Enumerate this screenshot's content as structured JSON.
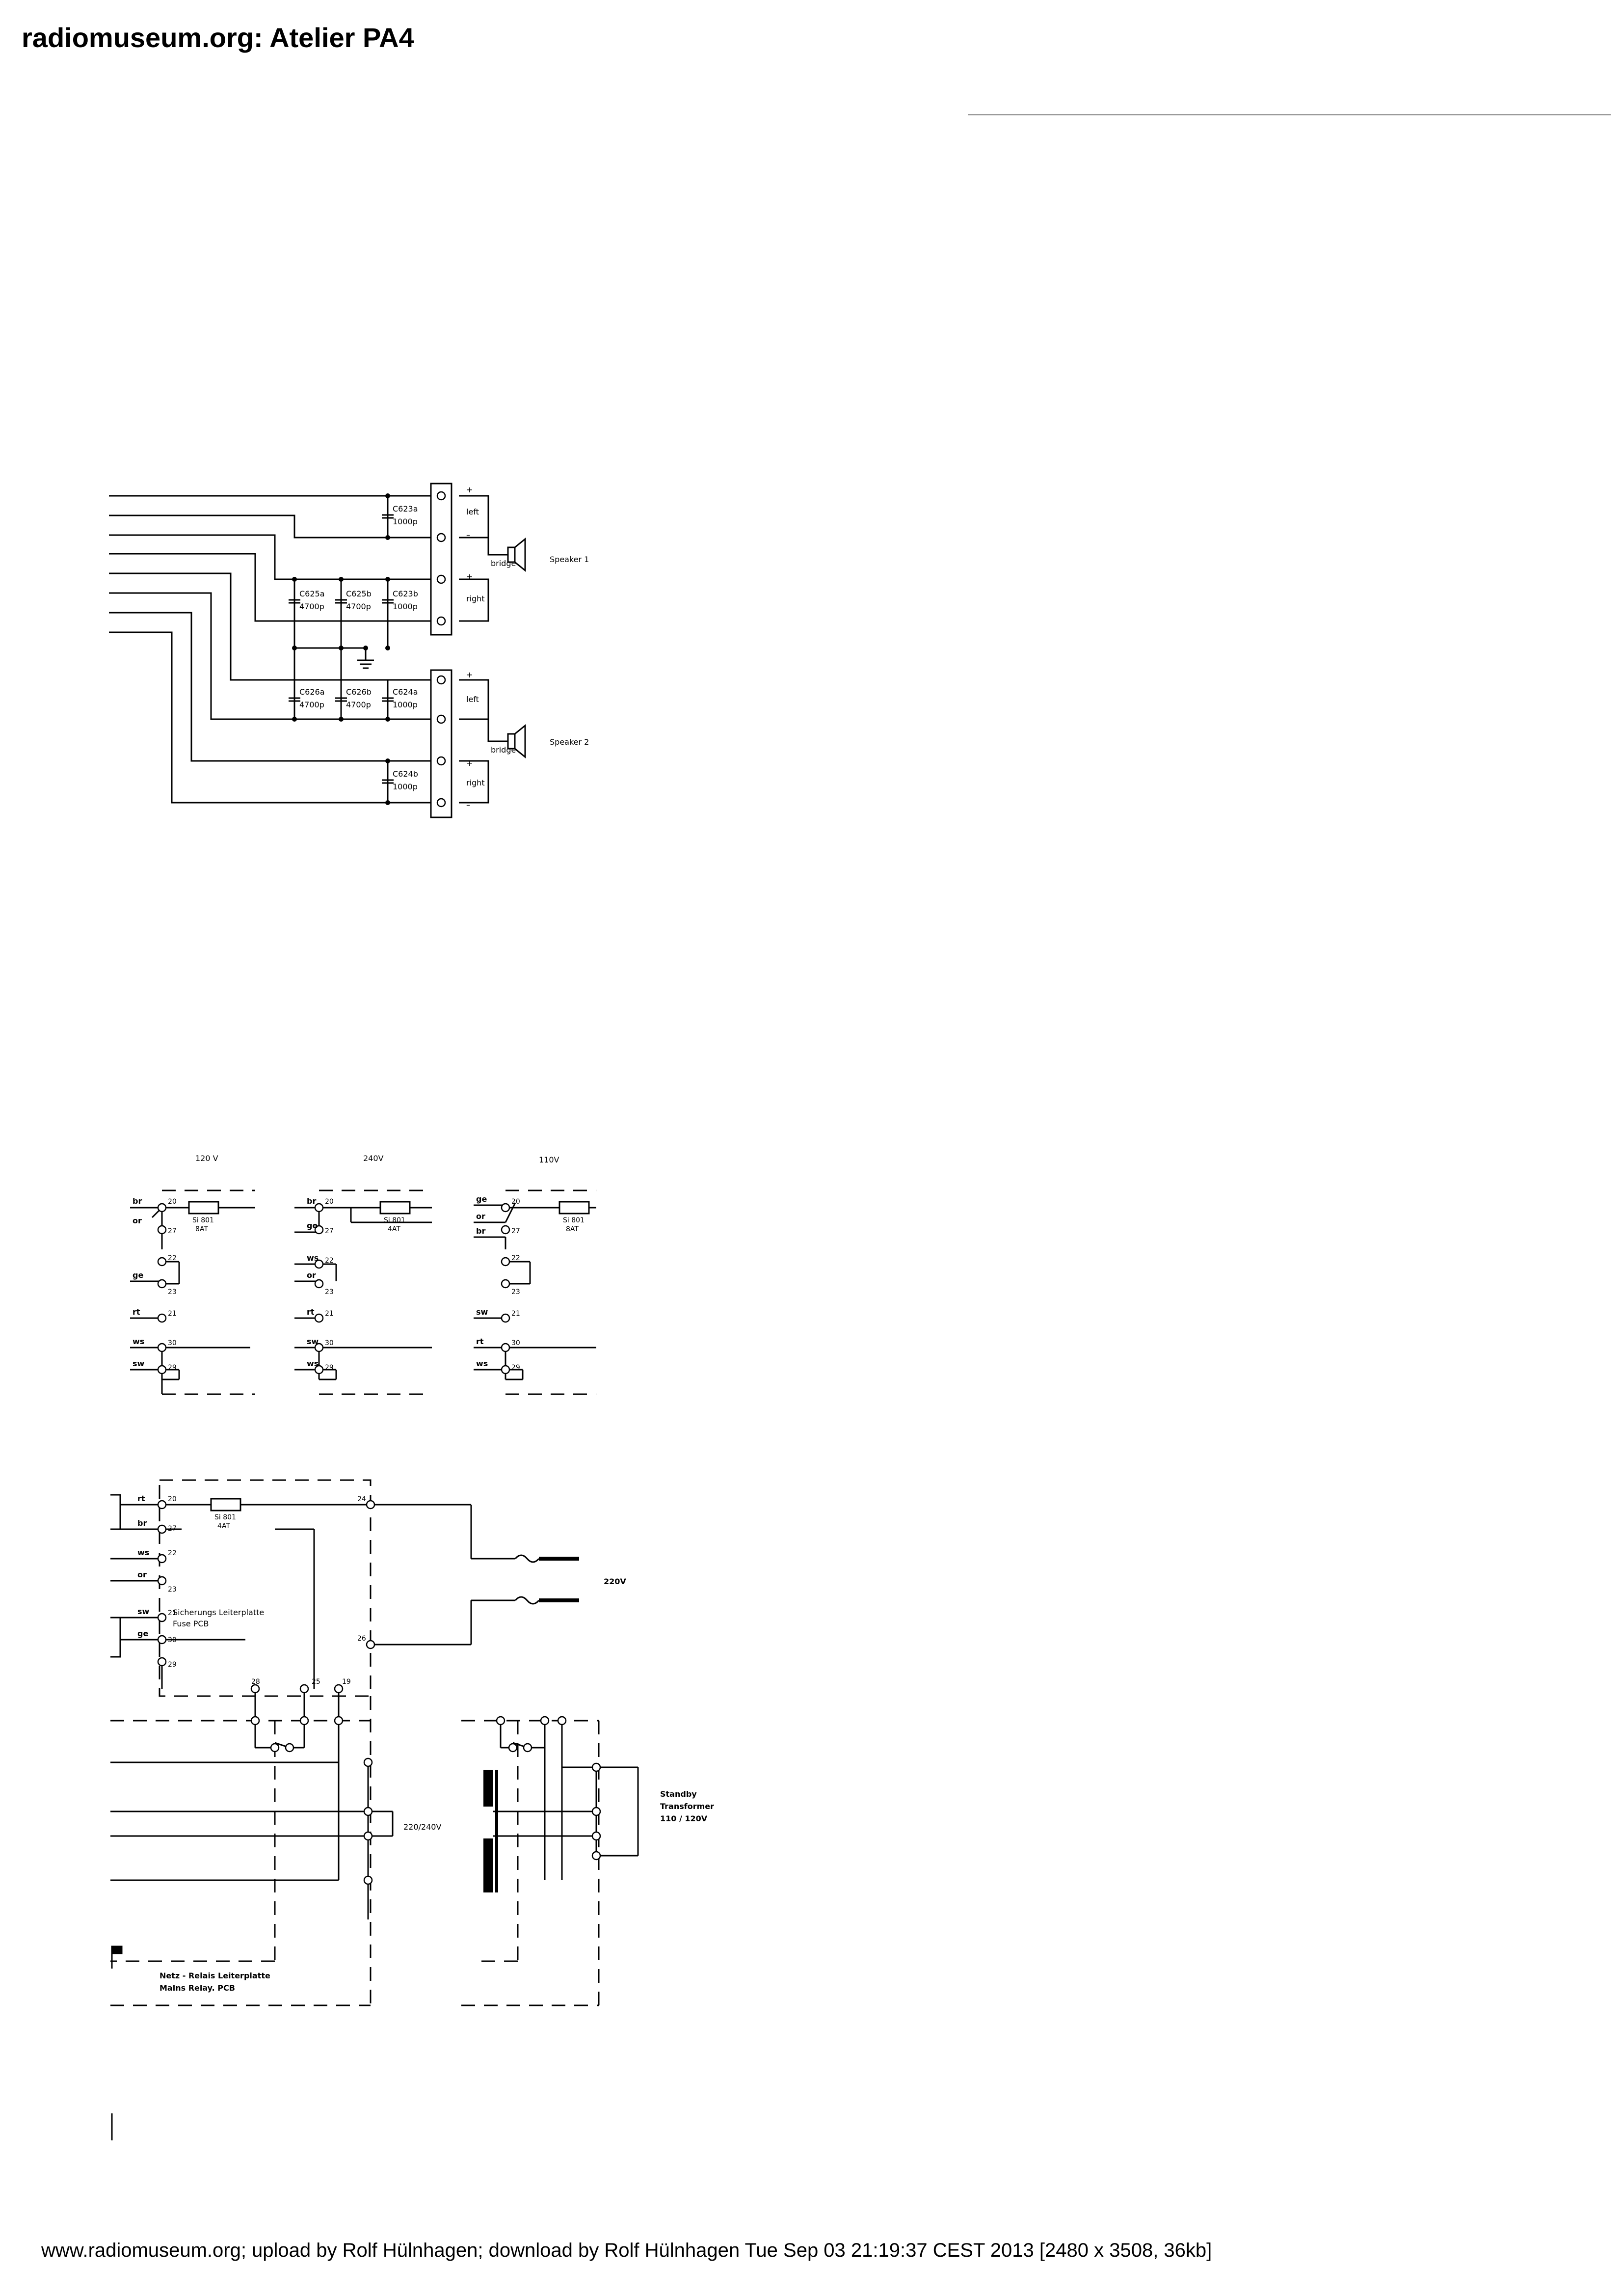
{
  "header": {
    "title": "radiomuseum.org: Atelier PA4"
  },
  "footer": {
    "text": "www.radiomuseum.org; upload by Rolf Hülnhagen; download by Rolf Hülnhagen Tue Sep 03 21:19:37 CEST 2013 [2480 x 3508, 36kb]"
  },
  "output_section": {
    "capacitors": [
      {
        "name": "C623a",
        "value": "1000p"
      },
      {
        "name": "C625a",
        "value": "4700p"
      },
      {
        "name": "C625b",
        "value": "4700p"
      },
      {
        "name": "C623b",
        "value": "1000p"
      },
      {
        "name": "C626a",
        "value": "4700p"
      },
      {
        "name": "C626b",
        "value": "4700p"
      },
      {
        "name": "C624a",
        "value": "1000p"
      },
      {
        "name": "C624b",
        "value": "1000p"
      }
    ],
    "terminal_labels": {
      "left": "left",
      "right": "right",
      "bridge": "bridge",
      "plus": "+",
      "minus": "–"
    },
    "speakers": [
      "Speaker 1",
      "Speaker 2"
    ]
  },
  "voltage_selector": {
    "configs": [
      {
        "voltage": "120 V",
        "fuse": {
          "name": "Si 801",
          "rating": "8AT"
        },
        "wires": [
          "br",
          "or",
          "ge",
          "rt",
          "ws",
          "sw"
        ],
        "pins": [
          "20",
          "27",
          "22",
          "23",
          "21",
          "30",
          "29"
        ]
      },
      {
        "voltage": "240V",
        "fuse": {
          "name": "Si 801",
          "rating": "4AT"
        },
        "wires": [
          "br",
          "ge",
          "ws",
          "or",
          "rt",
          "sw",
          "ws"
        ],
        "pins": [
          "20",
          "27",
          "22",
          "23",
          "21",
          "30",
          "29"
        ]
      },
      {
        "voltage": "110V",
        "fuse": {
          "name": "Si 801",
          "rating": "8AT"
        },
        "wires": [
          "ge",
          "or",
          "br",
          "sw",
          "rt",
          "ws"
        ],
        "pins": [
          "20",
          "27",
          "22",
          "23",
          "21",
          "30",
          "29"
        ]
      }
    ]
  },
  "mains_section": {
    "wires": [
      "rt",
      "br",
      "ws",
      "or",
      "sw",
      "ge"
    ],
    "pins": [
      "20",
      "27",
      "22",
      "23",
      "21",
      "30",
      "29",
      "24",
      "26",
      "28",
      "25",
      "19"
    ],
    "fuse": {
      "name": "Si 801",
      "rating": "4AT"
    },
    "fuse_pcb_label": [
      "Sicherungs Leiterplatte",
      "Fuse  PCB"
    ],
    "mains_voltage": "220V",
    "secondary_voltage": "220/240V",
    "standby_label": [
      "Standby",
      "Transformer",
      "110 / 120V"
    ],
    "relay_pcb_label": [
      "Netz - Relais  Leiterplatte",
      "Mains Relay. PCB"
    ]
  }
}
